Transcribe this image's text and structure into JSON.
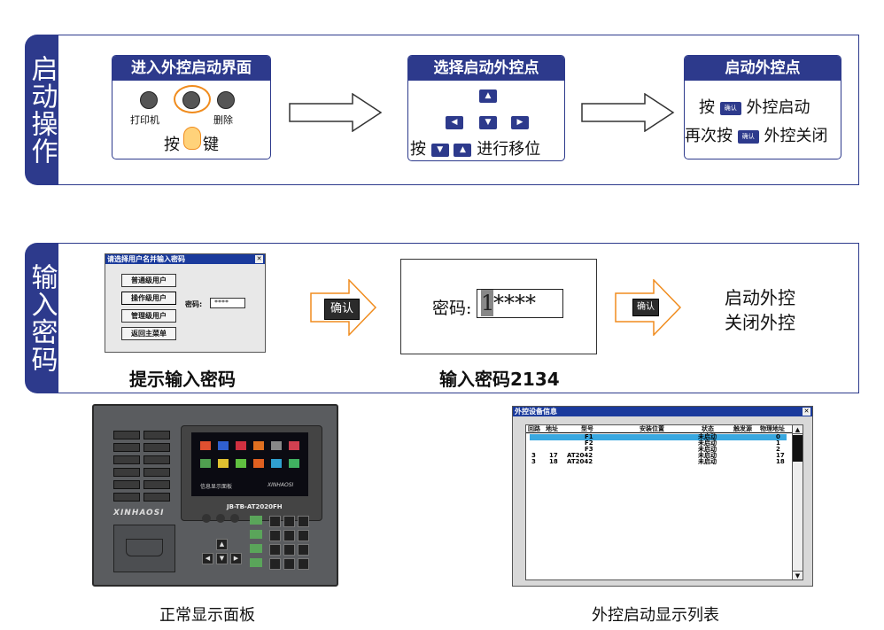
{
  "sections": {
    "start": {
      "tab": "启动操作"
    },
    "pwd": {
      "tab": "输入密码"
    }
  },
  "step1": {
    "title": "进入外控启动界面",
    "left_label": "打印机",
    "right_label": "删除",
    "press_prefix": "按",
    "press_suffix": "键"
  },
  "step2": {
    "title": "选择启动外控点",
    "press_prefix": "按",
    "press_suffix": "进行移位"
  },
  "step3": {
    "title": "启动外控点",
    "line1_prefix": "按",
    "line1_key": "确认",
    "line1_suffix": "外控启动",
    "line2_prefix": "再次按",
    "line2_key": "确认",
    "line2_suffix": "外控关闭"
  },
  "login_window": {
    "title": "请选择用户名并输入密码",
    "buttons": [
      "普通级用户",
      "操作级用户",
      "管理级用户",
      "返回主菜单"
    ],
    "pwd_label": "密码:",
    "pwd_value": "****",
    "caption": "提示输入密码"
  },
  "confirm_key1": "确认",
  "confirm_key2": "确认",
  "pwd_entry": {
    "label": "密码:",
    "cursor": "1",
    "stars": "****",
    "caption": "输入密码2134"
  },
  "result": {
    "line1": "启动外控",
    "line2": "关闭外控"
  },
  "device": {
    "brand": "XINHAOSI",
    "screen_brand": "XINHAOSI",
    "model": "JB-TB-AT2020FH",
    "screen_text": "信息显示面板",
    "caption": "正常显示面板"
  },
  "list_window": {
    "title": "外控设备信息",
    "headers": [
      "回路",
      "地址",
      "型号",
      "安装位置",
      "状态",
      "触发源",
      "物理地址"
    ],
    "rows": [
      {
        "loop": "",
        "addr": "",
        "model": "F1",
        "state": "未启动",
        "phys": "0"
      },
      {
        "loop": "",
        "addr": "",
        "model": "F2",
        "state": "未启动",
        "phys": "1"
      },
      {
        "loop": "",
        "addr": "",
        "model": "F3",
        "state": "未启动",
        "phys": "2"
      },
      {
        "loop": "3",
        "addr": "17",
        "model": "AT2042",
        "state": "未启动",
        "phys": "17"
      },
      {
        "loop": "3",
        "addr": "18",
        "model": "AT2042",
        "state": "未启动",
        "phys": "18"
      }
    ],
    "caption": "外控启动显示列表"
  },
  "colors": {
    "navy": "#2d3a8c",
    "orange": "#f08c1e"
  }
}
